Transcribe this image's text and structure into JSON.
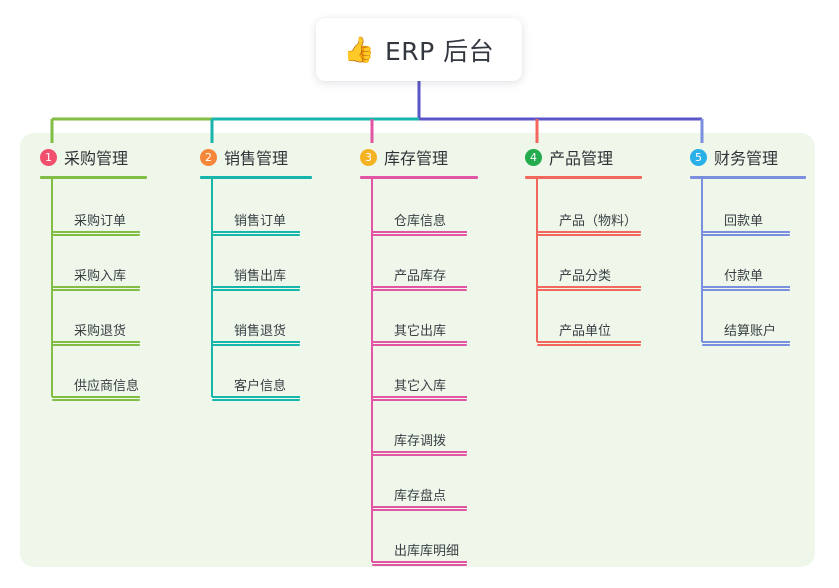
{
  "root": {
    "icon": "thumbs-up-icon",
    "icon_glyph": "👍",
    "title": "ERP 后台"
  },
  "palette": {
    "page_background": "#ffffff",
    "panel_background": "#eef7e9",
    "root_card_background": "#ffffff",
    "root_stem": "#5b56c8",
    "bus_left_green": "#82bd46",
    "bus_mid_teal": "#16b6ac",
    "bus_right_purple": "#5b56c8",
    "text": "#3a3f45"
  },
  "columns": [
    {
      "number": "1",
      "title": "采购管理",
      "badge_color": "#f0506e",
      "line_color": "#82bd46",
      "items": [
        "采购订单",
        "采购入库",
        "采购退货",
        "供应商信息"
      ]
    },
    {
      "number": "2",
      "title": "销售管理",
      "badge_color": "#f5873a",
      "line_color": "#16b6ac",
      "items": [
        "销售订单",
        "销售出库",
        "销售退货",
        "客户信息"
      ]
    },
    {
      "number": "3",
      "title": "库存管理",
      "badge_color": "#f5b324",
      "line_color": "#e255a5",
      "items": [
        "仓库信息",
        "产品库存",
        "其它出库",
        "其它入库",
        "库存调拨",
        "库存盘点",
        "出库库明细"
      ]
    },
    {
      "number": "4",
      "title": "产品管理",
      "badge_color": "#23ab4e",
      "line_color": "#f2685f",
      "items": [
        "产品（物料）",
        "产品分类",
        "产品单位"
      ]
    },
    {
      "number": "5",
      "title": "财务管理",
      "badge_color": "#2ab0e8",
      "line_color": "#7a8fdd",
      "items": [
        "回款单",
        "付款单",
        "结算账户"
      ]
    }
  ]
}
